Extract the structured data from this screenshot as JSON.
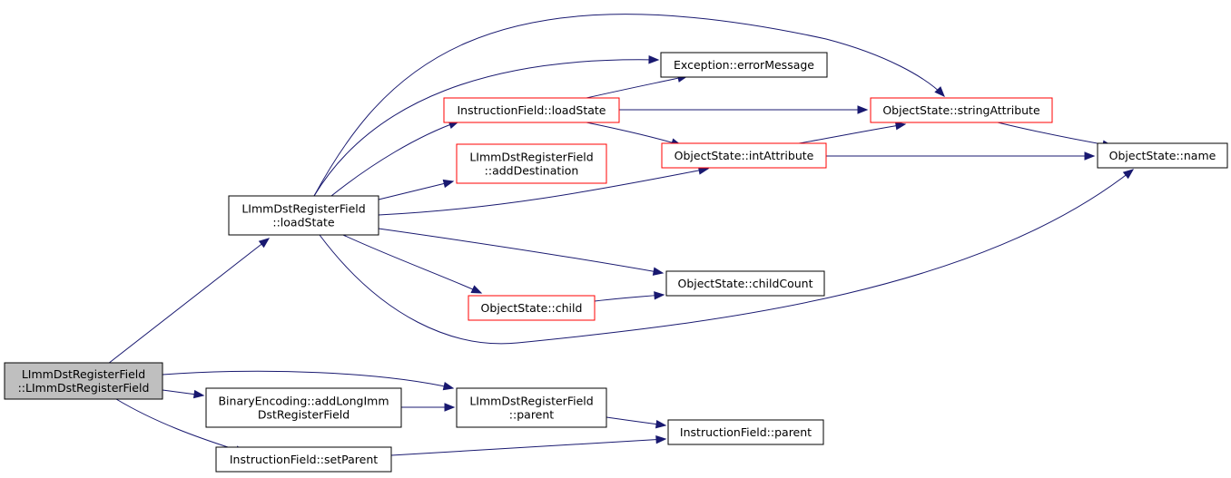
{
  "colors": {
    "edge": "#191970",
    "root_fill": "#bfbfbf",
    "node_fill": "#ffffff",
    "black_border": "#000000",
    "red_border": "#ff0000"
  },
  "nodes": {
    "root": {
      "lines": [
        "LImmDstRegisterField",
        "::LImmDstRegisterField"
      ]
    },
    "loadstate_limm": {
      "lines": [
        "LImmDstRegisterField",
        "::loadState"
      ]
    },
    "exception_errormessage": {
      "lines": [
        "Exception::errorMessage"
      ]
    },
    "instructionfield_loadstate": {
      "lines": [
        "InstructionField::loadState"
      ]
    },
    "objectstate_stringattribute": {
      "lines": [
        "ObjectState::stringAttribute"
      ]
    },
    "limm_adddestination": {
      "lines": [
        "LImmDstRegisterField",
        "::addDestination"
      ]
    },
    "objectstate_intattribute": {
      "lines": [
        "ObjectState::intAttribute"
      ]
    },
    "objectstate_name": {
      "lines": [
        "ObjectState::name"
      ]
    },
    "objectstate_childcount": {
      "lines": [
        "ObjectState::childCount"
      ]
    },
    "objectstate_child": {
      "lines": [
        "ObjectState::child"
      ]
    },
    "binaryencoding_addlongimm": {
      "lines": [
        "BinaryEncoding::addLongImm",
        "DstRegisterField"
      ]
    },
    "limm_parent": {
      "lines": [
        "LImmDstRegisterField",
        "::parent"
      ]
    },
    "instructionfield_parent": {
      "lines": [
        "InstructionField::parent"
      ]
    },
    "instructionfield_setparent": {
      "lines": [
        "InstructionField::setParent"
      ]
    }
  },
  "edges": [
    [
      "root",
      "loadstate_limm"
    ],
    [
      "root",
      "limm_parent"
    ],
    [
      "root",
      "binaryencoding_addlongimm"
    ],
    [
      "root",
      "instructionfield_setparent"
    ],
    [
      "loadstate_limm",
      "exception_errormessage"
    ],
    [
      "loadstate_limm",
      "instructionfield_loadstate"
    ],
    [
      "loadstate_limm",
      "objectstate_stringattribute"
    ],
    [
      "loadstate_limm",
      "limm_adddestination"
    ],
    [
      "loadstate_limm",
      "objectstate_intattribute"
    ],
    [
      "loadstate_limm",
      "objectstate_childcount"
    ],
    [
      "loadstate_limm",
      "objectstate_child"
    ],
    [
      "loadstate_limm",
      "objectstate_name"
    ],
    [
      "instructionfield_loadstate",
      "exception_errormessage"
    ],
    [
      "instructionfield_loadstate",
      "objectstate_stringattribute"
    ],
    [
      "instructionfield_loadstate",
      "objectstate_intattribute"
    ],
    [
      "objectstate_stringattribute",
      "objectstate_name"
    ],
    [
      "objectstate_intattribute",
      "objectstate_stringattribute"
    ],
    [
      "objectstate_intattribute",
      "objectstate_name"
    ],
    [
      "objectstate_child",
      "objectstate_childcount"
    ],
    [
      "binaryencoding_addlongimm",
      "limm_parent"
    ],
    [
      "limm_parent",
      "instructionfield_parent"
    ],
    [
      "instructionfield_setparent",
      "instructionfield_parent"
    ]
  ]
}
